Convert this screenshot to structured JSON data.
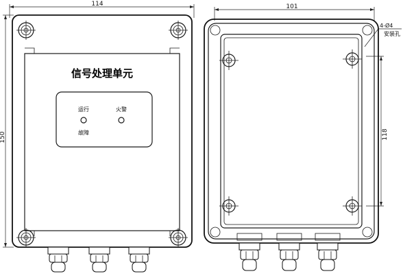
{
  "front_view": {
    "title": "信号处理单元",
    "labels": {
      "run": "运行",
      "fire": "火警",
      "fault": "故障"
    },
    "dim_width": "114",
    "dim_height": "150"
  },
  "back_view": {
    "dim_width": "101",
    "dim_height": "118",
    "hole_spec": "4-Ø4",
    "hole_label": "安装孔"
  }
}
